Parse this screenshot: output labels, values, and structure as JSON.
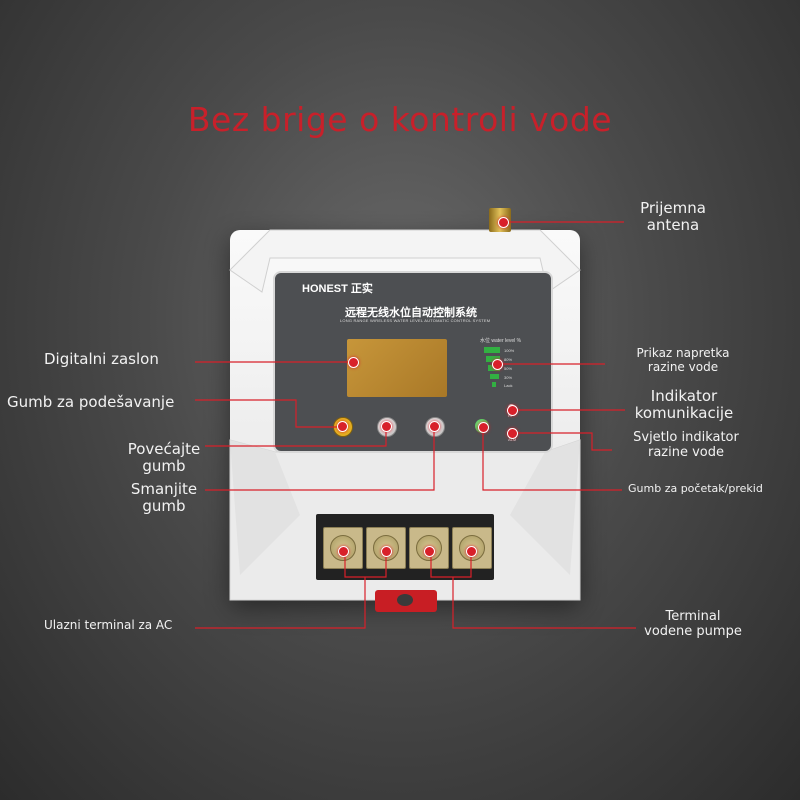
{
  "title": "Bez brige o kontroli vode",
  "device": {
    "brand": "HONEST 正实",
    "title_cn": "远程无线水位自动控制系统",
    "title_en": "LONG RANGE WIRELESS WATER LEVEL AUTOMATIC CONTROL SYSTEM",
    "level_header": "水位  water level  %",
    "levels": [
      "100%",
      "80%",
      "50%",
      "30%",
      "Lack"
    ],
    "led_labels": [
      "RF",
      "ALM"
    ]
  },
  "labels": {
    "antenna": "Prijemna\nantena",
    "display": "Digitalni zaslon",
    "settings_button": "Gumb za podešavanje",
    "increase_button": "Povećajte\ngumb",
    "decrease_button": "Smanjite\ngumb",
    "level_progress": "Prikaz napretka\nrazine vode",
    "comm_indicator": "Indikator\nkomunikacije",
    "level_light": "Svjetlo indikator\nrazine vode",
    "start_stop": "Gumb za početak/prekid",
    "ac_input": "Ulazni terminal za AC",
    "pump_terminal": "Terminal\nvodene pumpe"
  },
  "colors": {
    "accent": "#d8202a",
    "background": "#4a4a4a",
    "device": "#f0f0f0",
    "panel": "#4d4f52",
    "level_bar": "#32b042"
  }
}
